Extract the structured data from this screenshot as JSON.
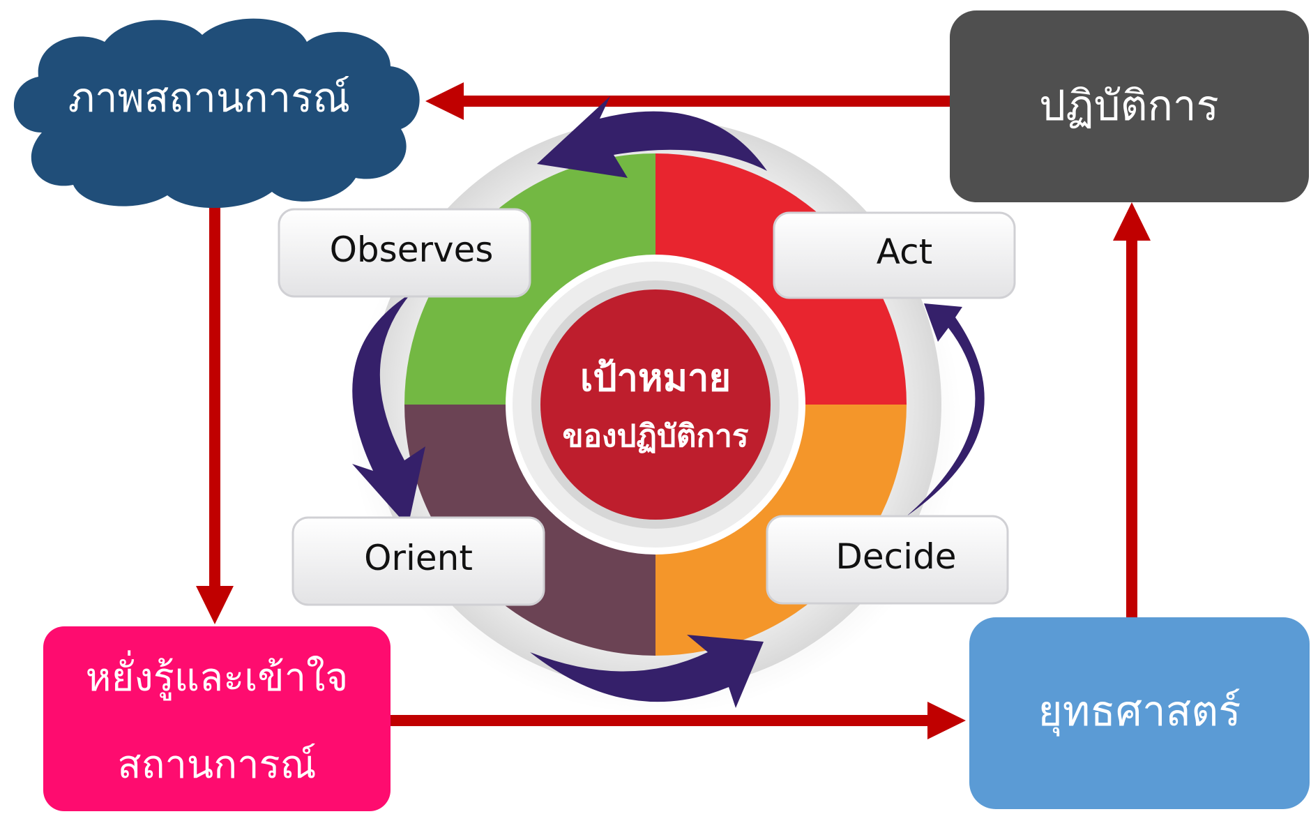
{
  "corners": {
    "situation": {
      "label": "ภาพสถานการณ์",
      "color": "#204e79"
    },
    "operation": {
      "label": "ปฏิบัติการ",
      "color": "#4f4f4f"
    },
    "awareness": {
      "label_line1": "หยั่งรู้และเข้าใจ",
      "label_line2": "สถานการณ์",
      "color": "#fe0c6f"
    },
    "strategy": {
      "label": "ยุทธศาสตร์",
      "color": "#5b9bd5"
    }
  },
  "loop": {
    "steps": [
      {
        "key": "observe",
        "label": "Observes",
        "color": "#73b843"
      },
      {
        "key": "act",
        "label": "Act",
        "color": "#e8252f"
      },
      {
        "key": "decide",
        "label": "Decide",
        "color": "#f4962a"
      },
      {
        "key": "orient",
        "label": "Orient",
        "color": "#6b4354"
      }
    ],
    "center_line1": "เป้าหมาย",
    "center_line2": "ของปฏิบัติการ",
    "center_color": "#be1e2d",
    "arrow_color": "#35206a"
  },
  "connector_color": "#c00000"
}
